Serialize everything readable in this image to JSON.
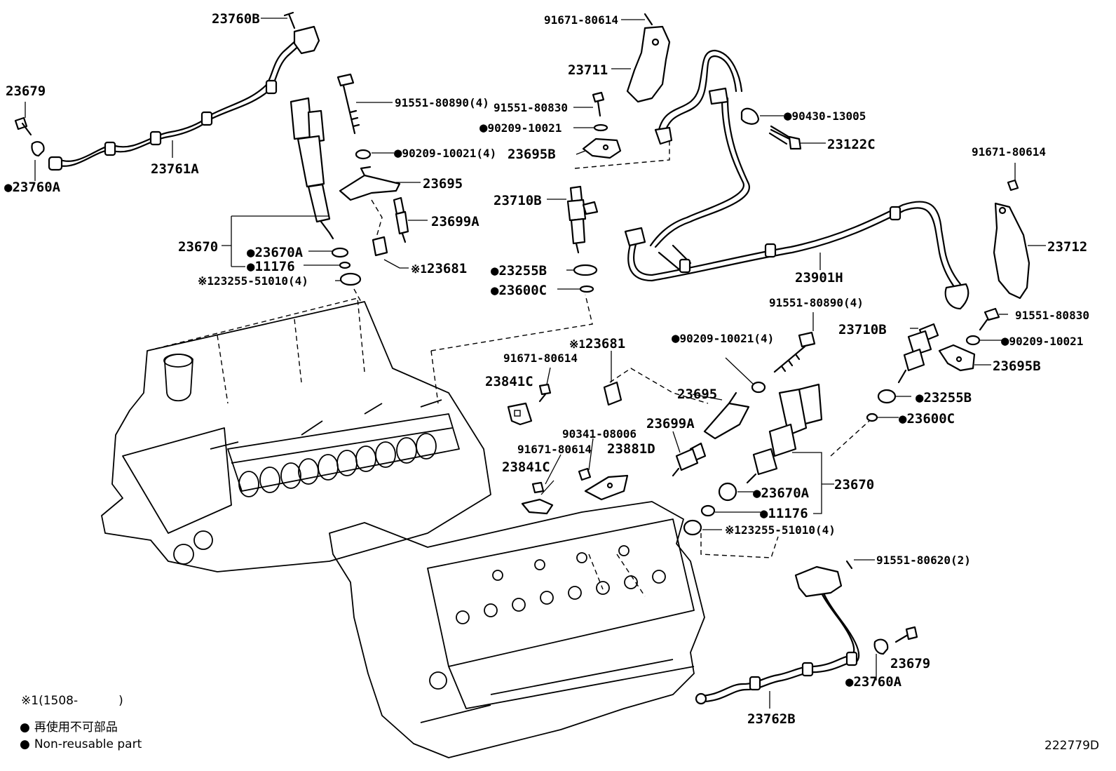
{
  "labels": {
    "l23760B_top": "23760B",
    "l23679_left": "23679",
    "l23760A_left": "23760A",
    "l23761A": "23761A",
    "l91551_80890_4_top": "91551-80890(4)",
    "l90209_10021_4_top": "90209-10021(4)",
    "l23695_top": "23695",
    "l23699A_top": "23699A",
    "l23681_top": "23681",
    "l23670_left": "23670",
    "l23670A_left": "23670A",
    "l11176_left": "11176",
    "l23255_51010_4_left": "23255-51010(4)",
    "l91671_80614_top": "91671-80614",
    "l23711": "23711",
    "l91551_80830_top": "91551-80830",
    "l90209_10021_top": "90209-10021",
    "l23695B_top": "23695B",
    "l23710B_top": "23710B",
    "l23255B_top": "23255B",
    "l23600C_top": "23600C",
    "l90430_13005": "90430-13005",
    "l23122C": "23122C",
    "l91671_80614_right": "91671-80614",
    "l23712": "23712",
    "l23901H": "23901H",
    "l91551_80890_4_right": "91551-80890(4)",
    "l90209_10021_4_right": "90209-10021(4)",
    "l23681_mid": "23681",
    "l91671_80614_mid": "91671-80614",
    "l23841C_top": "23841C",
    "l23695_mid": "23695",
    "l23699A_mid": "23699A",
    "l90341_08006": "90341-08006",
    "l91671_80614_mid2": "91671-80614",
    "l23881D": "23881D",
    "l23841C_mid": "23841C",
    "l91551_80830_right": "91551-80830",
    "l23710B_right": "23710B",
    "l90209_10021_right": "90209-10021",
    "l23695B_right": "23695B",
    "l23255B_right": "23255B",
    "l23600C_right": "23600C",
    "l23670_right": "23670",
    "l23670A_right": "23670A",
    "l11176_right": "11176",
    "l23255_51010_4_right": "23255-51010(4)",
    "l91551_80620_2": "91551-80620(2)",
    "l23679_right": "23679",
    "l23760A_right": "23760A",
    "l23762B": "23762B"
  },
  "marks": {
    "non_reusable": "●",
    "note1": "※1"
  },
  "legend": {
    "note1_text": "(1508-",
    "note1_close": ")",
    "non_reusable_ja": "再使用不可部品",
    "non_reusable_en": "Non-reusable part"
  },
  "figure_id": "222779D"
}
